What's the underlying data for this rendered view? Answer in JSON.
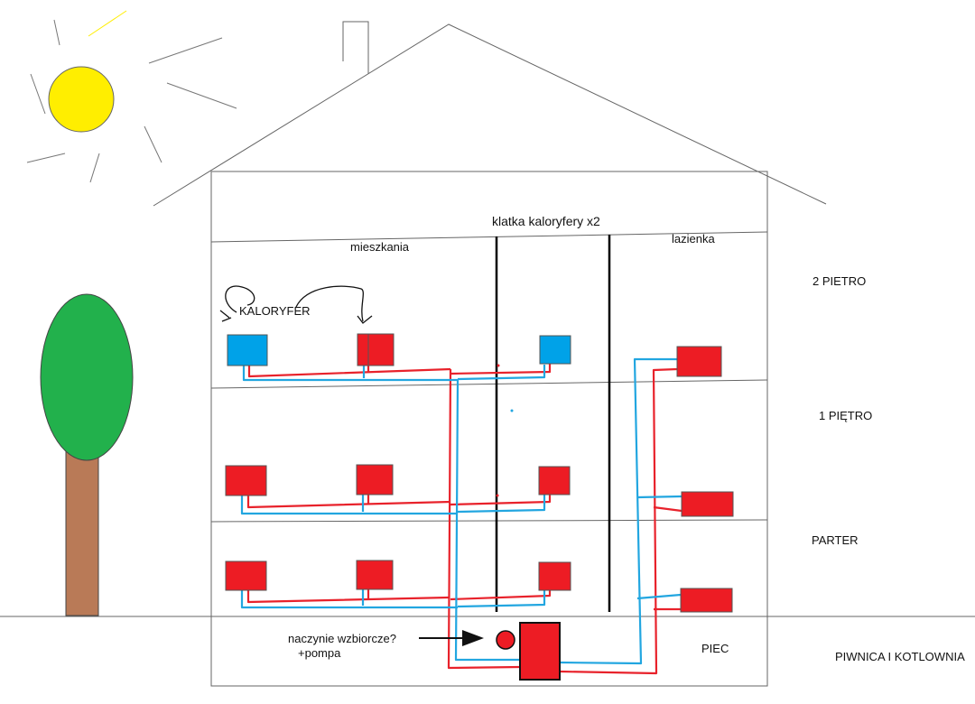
{
  "colors": {
    "supply": "#e8222b",
    "return": "#22a6e0",
    "riser": "#000000",
    "outline": "#666666",
    "sun": "#ffee00",
    "foliage": "#22b14c",
    "trunk": "#b97a57",
    "radiator_hot": "#ed1c24",
    "radiator_cold": "#00a2e8"
  },
  "labels": {
    "stairwell": "klatka kaloryfery x2",
    "apartments": "mieszkania",
    "bathroom": "lazienka",
    "radiator": "KALORYFER",
    "expansion_line1": "naczynie wzbiorcze?",
    "expansion_line2": "+pompa",
    "furnace": "PIEC"
  },
  "floors": [
    {
      "key": "second",
      "label": "2 PIETRO"
    },
    {
      "key": "first",
      "label": "1 PIĘTRO"
    },
    {
      "key": "ground",
      "label": "PARTER"
    },
    {
      "key": "basement",
      "label": "PIWNICA I KOTLOWNIA"
    }
  ],
  "radiators": [
    {
      "floor": "second",
      "room": "apartments",
      "state": "cold"
    },
    {
      "floor": "second",
      "room": "apartments",
      "state": "hot"
    },
    {
      "floor": "second",
      "room": "stairwell",
      "state": "cold"
    },
    {
      "floor": "second",
      "room": "bathroom",
      "state": "hot"
    },
    {
      "floor": "first",
      "room": "apartments",
      "state": "hot"
    },
    {
      "floor": "first",
      "room": "apartments",
      "state": "hot"
    },
    {
      "floor": "first",
      "room": "stairwell",
      "state": "hot"
    },
    {
      "floor": "first",
      "room": "bathroom",
      "state": "hot"
    },
    {
      "floor": "ground",
      "room": "apartments",
      "state": "hot"
    },
    {
      "floor": "ground",
      "room": "apartments",
      "state": "hot"
    },
    {
      "floor": "ground",
      "room": "stairwell",
      "state": "hot"
    },
    {
      "floor": "ground",
      "room": "bathroom",
      "state": "hot"
    }
  ]
}
